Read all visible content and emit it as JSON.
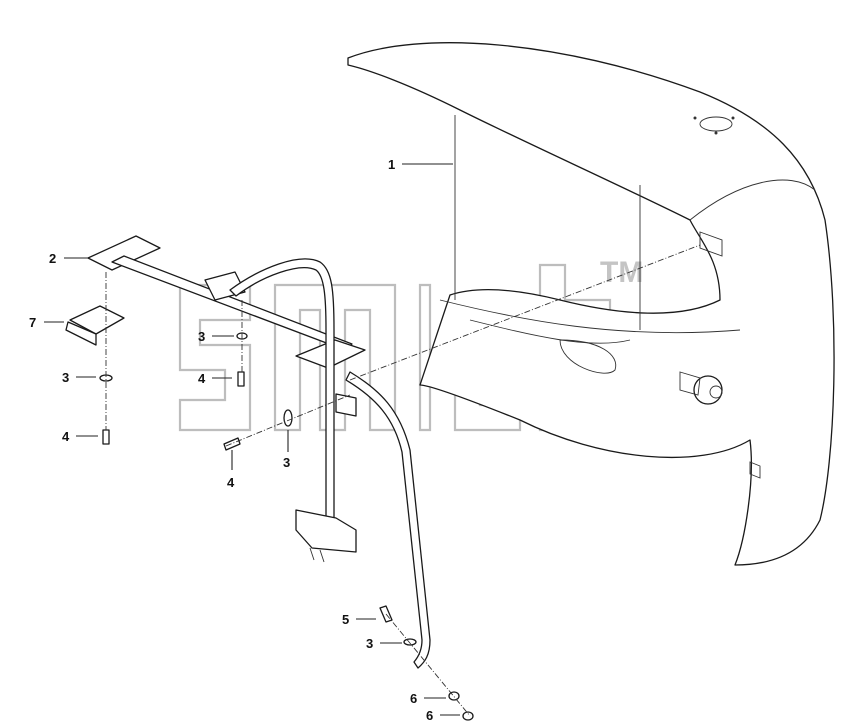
{
  "diagram": {
    "watermark": {
      "trademark": "TM"
    },
    "callouts": [
      {
        "id": "c1",
        "text": "1"
      },
      {
        "id": "c2",
        "text": "2"
      },
      {
        "id": "c7",
        "text": "7"
      },
      {
        "id": "c3a",
        "text": "3"
      },
      {
        "id": "c4a",
        "text": "4"
      },
      {
        "id": "c3b",
        "text": "3"
      },
      {
        "id": "c4b",
        "text": "4"
      },
      {
        "id": "c3c",
        "text": "3"
      },
      {
        "id": "c4c",
        "text": "4"
      },
      {
        "id": "c5",
        "text": "5"
      },
      {
        "id": "c3d",
        "text": "3"
      },
      {
        "id": "c6a",
        "text": "6"
      },
      {
        "id": "c6b",
        "text": "6"
      }
    ]
  }
}
